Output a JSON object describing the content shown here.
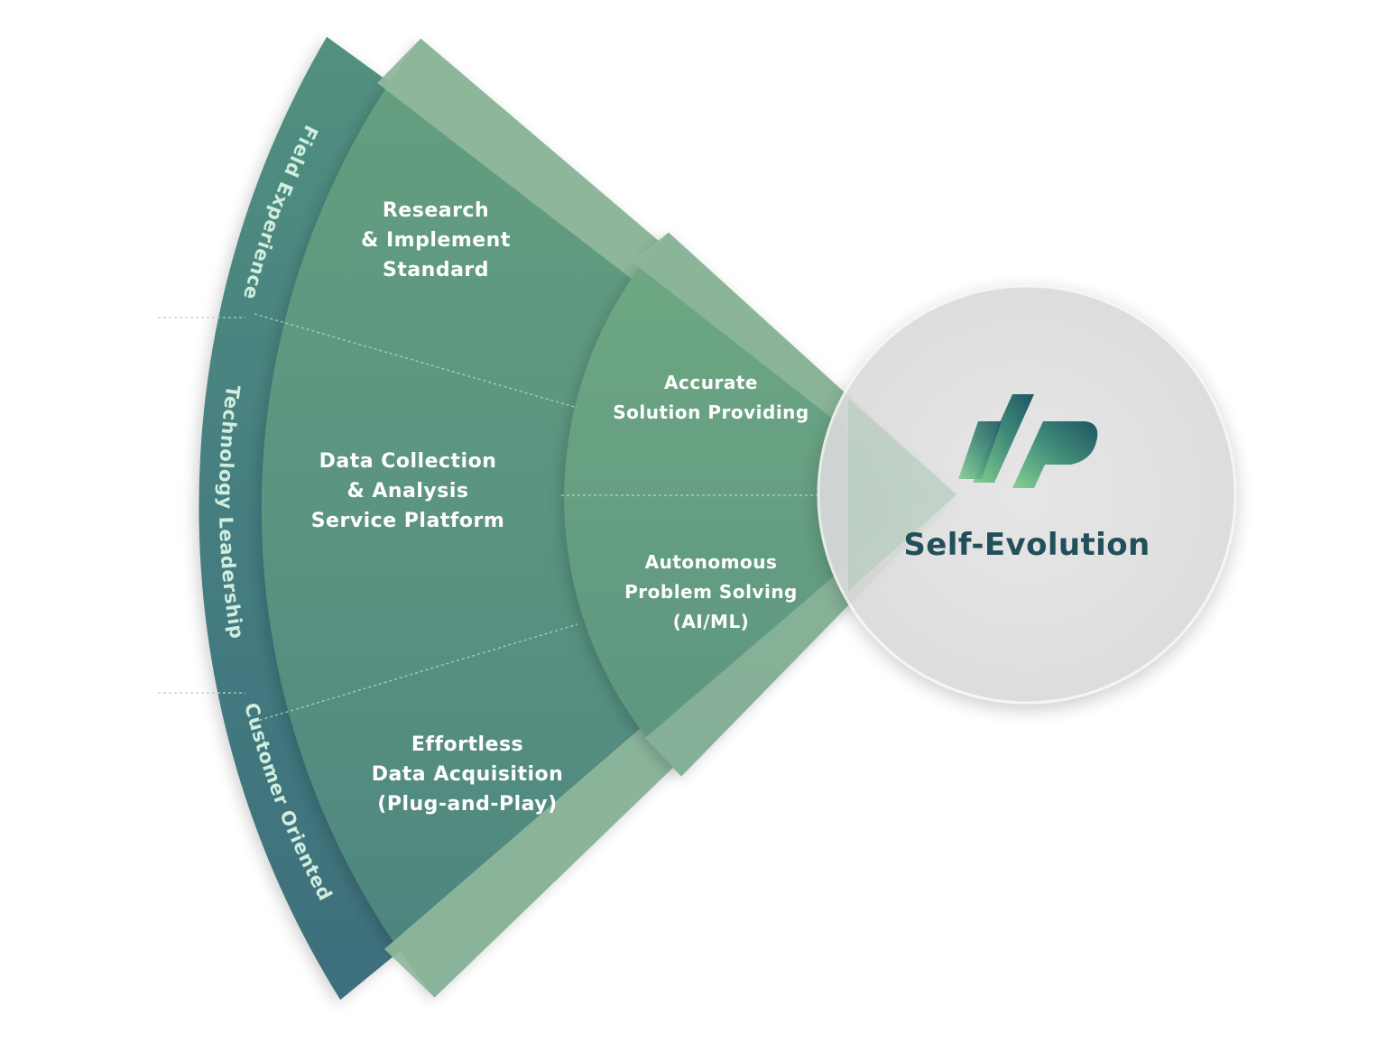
{
  "outer_ring": {
    "labels": [
      "Field Experience",
      "Technology Leadership",
      "Customer Oriented"
    ]
  },
  "middle_ring": {
    "items": [
      [
        "Research",
        "& Implement",
        "Standard"
      ],
      [
        "Data Collection",
        "& Analysis",
        "Service Platform"
      ],
      [
        "Effortless",
        "Data Acquisition",
        "(Plug-and-Play)"
      ]
    ]
  },
  "inner_ring": {
    "items": [
      [
        "Accurate",
        "Solution Providing"
      ],
      [
        "Autonomous",
        "Problem Solving",
        "(AI/ML)"
      ]
    ]
  },
  "hub": {
    "title": "Self-Evolution",
    "logo_icon": "dp-logo-icon"
  },
  "colors": {
    "outer_ring": "#4a7e80",
    "middle_ring": "#5e9780",
    "inner_ring": "#689e80",
    "band": "#8fb79c",
    "hub_fill": "#e3e3e3",
    "hub_text": "#22505a",
    "logo_dark": "#245a64",
    "logo_light": "#7cc48f"
  }
}
